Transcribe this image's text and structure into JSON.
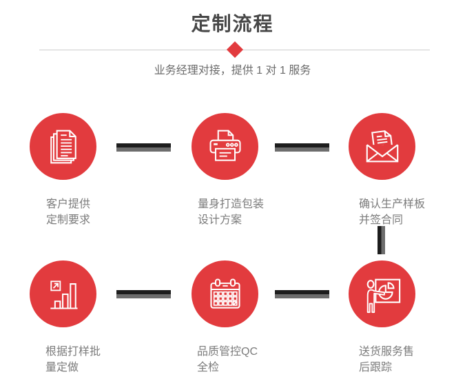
{
  "header": {
    "title": "定制流程",
    "subtitle": "业务经理对接，提供 1 对 1 服务"
  },
  "colors": {
    "accent_red": "#e23b3e",
    "title_text": "#474747",
    "subtitle_text": "#6a6a6a",
    "label_text": "#7b7b7b",
    "connector_dark": "#1d1d1d",
    "connector_gray": "#6d6d6d",
    "divider_line": "#cbcbcb",
    "icon_stroke": "#ffffff"
  },
  "steps": [
    {
      "icon": "documents-icon",
      "label_line1": "客户提供",
      "label_line2": "定制要求"
    },
    {
      "icon": "printer-icon",
      "label_line1": "量身打造包装",
      "label_line2": "设计方案"
    },
    {
      "icon": "envelope-icon",
      "label_line1": "确认生产样板",
      "label_line2": "并签合同"
    },
    {
      "icon": "bar-chart-icon",
      "label_line1": "根据打样批",
      "label_line2": "量定做"
    },
    {
      "icon": "calendar-icon",
      "label_line1": "品质管控QC",
      "label_line2": "全检"
    },
    {
      "icon": "presentation-icon",
      "label_line1": "送货服务售",
      "label_line2": "后跟踪"
    }
  ]
}
